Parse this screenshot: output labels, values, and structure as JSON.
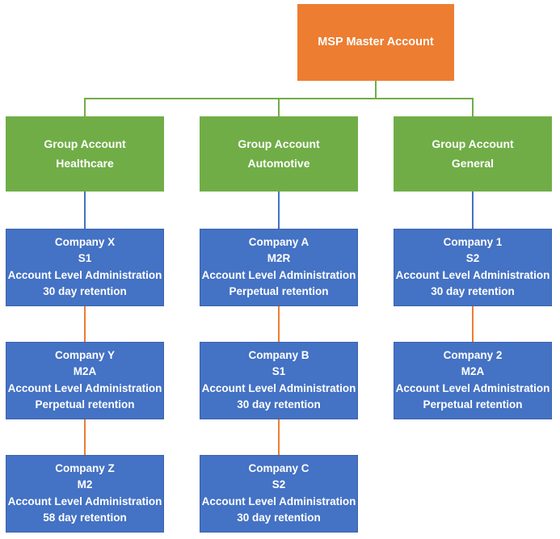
{
  "root": {
    "label": "MSP Master Account"
  },
  "groups": [
    {
      "line1": "Group Account",
      "line2": "Healthcare",
      "companies": [
        {
          "name": "Company X",
          "tier": "S1",
          "admin": "Account Level Administration",
          "retention": "30 day retention"
        },
        {
          "name": "Company Y",
          "tier": "M2A",
          "admin": "Account Level Administration",
          "retention": "Perpetual retention"
        },
        {
          "name": "Company Z",
          "tier": "M2",
          "admin": "Account Level Administration",
          "retention": "58 day retention"
        }
      ]
    },
    {
      "line1": "Group Account",
      "line2": "Automotive",
      "companies": [
        {
          "name": "Company A",
          "tier": "M2R",
          "admin": "Account Level Administration",
          "retention": "Perpetual retention"
        },
        {
          "name": "Company B",
          "tier": "S1",
          "admin": "Account Level Administration",
          "retention": "30 day retention"
        },
        {
          "name": "Company C",
          "tier": "S2",
          "admin": "Account Level Administration",
          "retention": "30 day retention"
        }
      ]
    },
    {
      "line1": "Group Account",
      "line2": "General",
      "companies": [
        {
          "name": "Company 1",
          "tier": "S2",
          "admin": "Account Level Administration",
          "retention": "30 day retention"
        },
        {
          "name": "Company 2",
          "tier": "M2A",
          "admin": "Account Level Administration",
          "retention": "Perpetual retention"
        }
      ]
    }
  ],
  "colors": {
    "orange": "#ED7D31",
    "green": "#70AD47",
    "blue": "#4472C4",
    "blue-border": "#3A63AE",
    "line-green": "#70AD47",
    "line-blue": "#4472C4",
    "line-orange": "#ED7D31",
    "text": "#FFFFFF"
  }
}
